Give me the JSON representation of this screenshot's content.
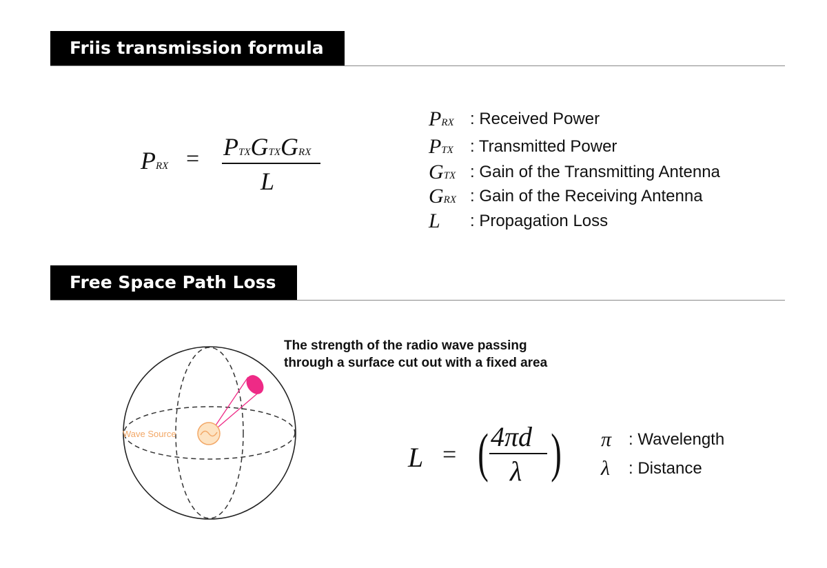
{
  "sections": {
    "friis": {
      "title": "Friis transmission formula"
    },
    "fspl": {
      "title": "Free Space Path Loss"
    }
  },
  "friis_formula": {
    "lhs": "P",
    "lhs_sub": "RX",
    "equals": "=",
    "numerator": [
      {
        "sym": "P",
        "sub": "TX"
      },
      {
        "sym": "G",
        "sub": "TX"
      },
      {
        "sym": "G",
        "sub": "RX"
      }
    ],
    "denominator": "L"
  },
  "friis_legend": [
    {
      "sym": "P",
      "sub": "RX",
      "text": ": Received Power"
    },
    {
      "sym": "P",
      "sub": "TX",
      "text": ": Transmitted Power"
    },
    {
      "sym": "G",
      "sub": "TX",
      "text": ": Gain of the Transmitting Antenna"
    },
    {
      "sym": "G",
      "sub": "RX",
      "text": ": Gain of the Receiving Antenna"
    },
    {
      "sym": "L",
      "sub": "",
      "text": ":  Propagation Loss"
    }
  ],
  "diagram": {
    "caption_line1": "The strength of the radio wave passing",
    "caption_line2": "through a surface cut out with a fixed area",
    "source_label": "Wave Source",
    "colors": {
      "source": "#f2a766",
      "beam": "#ee2a86"
    }
  },
  "fspl_formula": {
    "lhs": "L",
    "equals": "=",
    "numerator": "4πd",
    "denominator": "λ",
    "open": "(",
    "close": ")"
  },
  "fspl_legend": [
    {
      "sym": "π",
      "text": ": Wavelength"
    },
    {
      "sym": "λ",
      "text": ": Distance"
    }
  ]
}
